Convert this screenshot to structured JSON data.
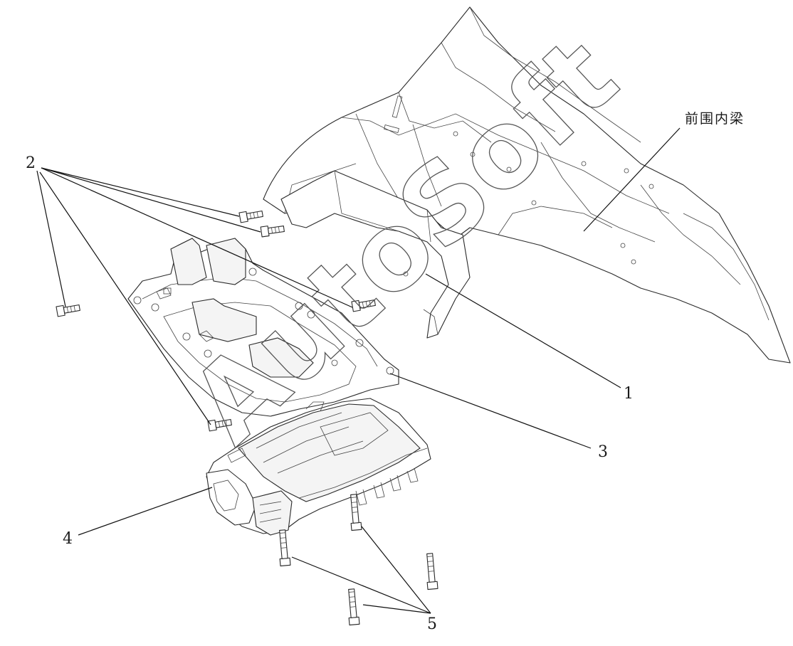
{
  "callouts": {
    "label_1": "1",
    "label_2": "2",
    "label_3": "3",
    "label_4": "4",
    "label_5": "5",
    "label_front_rail": "前围内梁"
  },
  "watermark": "AutoSoft",
  "icons": {
    "bolt": "bolt-icon",
    "bracket": "mounting-bracket",
    "control_unit": "control-module"
  }
}
